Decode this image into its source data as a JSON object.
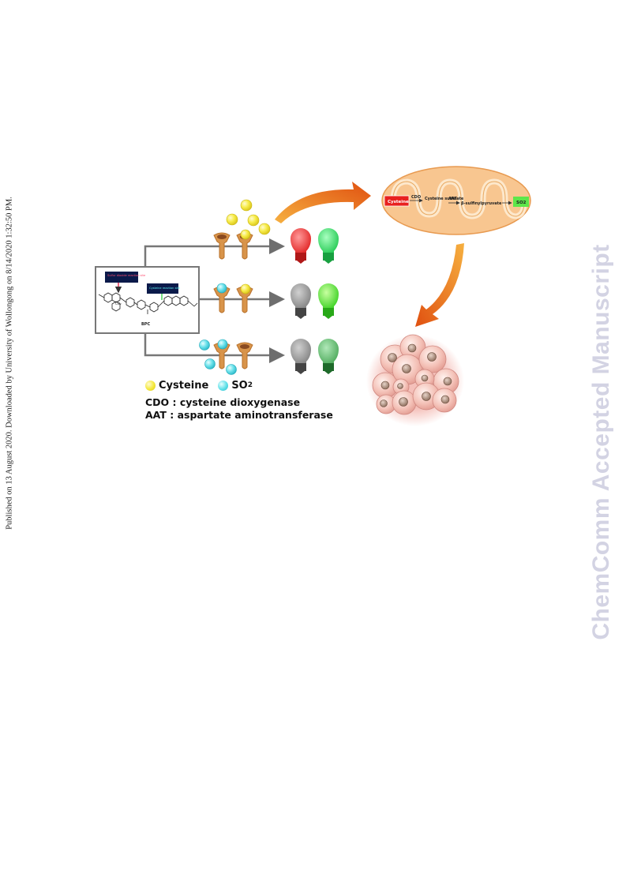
{
  "sidebar": {
    "published_text": "Published on 13 August 2020. Downloaded by University of Wollongong on 8/14/2020 1:32:50 PM."
  },
  "watermark": {
    "text": "ChemComm Accepted Manuscript"
  },
  "colors": {
    "cysteine": "#f4e83a",
    "so2": "#5fe0e8",
    "arrow": "#e8741c",
    "mito_fill": "#f8c690",
    "cell": "#f0b8b0",
    "red_bulb": "#f03c3c",
    "green_bulb": "#3cd86a",
    "gray_bulb": "#8c8c8c"
  },
  "probe": {
    "name": "BPC",
    "site_so2": "Sulfur dioxide reaction site",
    "site_cys": "Cysteine reaction site"
  },
  "pathway": {
    "start": "Cysteine",
    "enzyme1": "CDO",
    "intermediate": "Cysteine sulfinate",
    "enzyme2": "AAT",
    "product_mid": "β-sulfinylpyruvate",
    "end": "SO2"
  },
  "legend": {
    "cysteine_label": "Cysteine",
    "so2_label": "SO",
    "so2_sub": "2",
    "cdo_line": "CDO : cysteine dioxygenase",
    "aat_line": "AAT : aspartate aminotransferase"
  }
}
